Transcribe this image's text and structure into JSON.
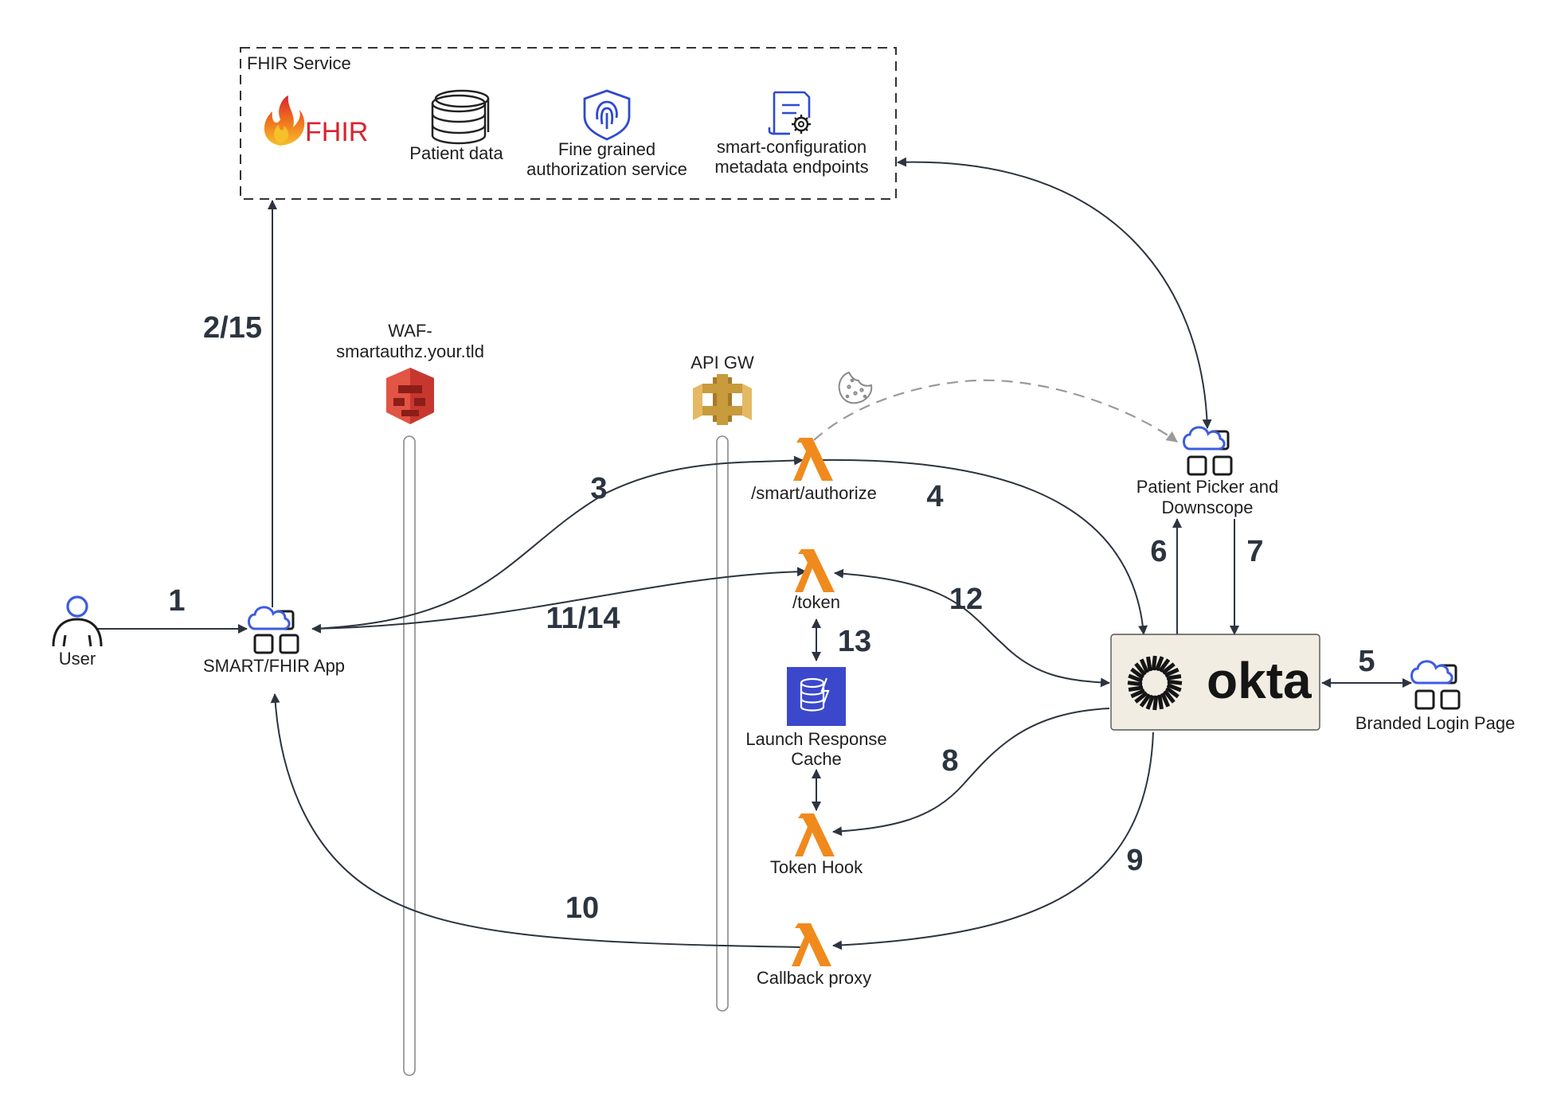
{
  "fhir_service": {
    "title": "FHIR Service",
    "fhir_logo_text": "FHIR",
    "patient_data": "Patient data",
    "fine_grained_line1": "Fine grained",
    "fine_grained_line2": "authorization service",
    "smart_config_line1": "smart-configuration",
    "smart_config_line2": "metadata endpoints"
  },
  "components": {
    "user": "User",
    "smart_app": "SMART/FHIR App",
    "waf_line1": "WAF-",
    "waf_line2": "smartauthz.your.tld",
    "api_gw": "API GW",
    "authorize": "/smart/authorize",
    "token": "/token",
    "cache_line1": "Launch Response",
    "cache_line2": "Cache",
    "token_hook": "Token Hook",
    "callback_proxy": "Callback proxy",
    "patient_picker_line1": "Patient Picker and",
    "patient_picker_line2": "Downscope",
    "okta": "okta",
    "branded_login": "Branded Login Page"
  },
  "steps": {
    "s1": "1",
    "s2_15": "2/15",
    "s3": "3",
    "s4": "4",
    "s5": "5",
    "s6": "6",
    "s7": "7",
    "s8": "8",
    "s9": "9",
    "s10": "10",
    "s11_14": "11/14",
    "s12": "12",
    "s13": "13"
  },
  "icons": {
    "user": "user-icon",
    "app": "cloud-app-icon",
    "fhir": "fhir-flame-icon",
    "database": "database-icon",
    "fingerprint": "fingerprint-shield-icon",
    "config": "document-gear-icon",
    "waf": "aws-waf-icon",
    "api_gw": "aws-api-gateway-icon",
    "lambda": "aws-lambda-icon",
    "dynamodb": "dynamodb-icon",
    "cookie": "cookie-icon",
    "okta_logo": "okta-sunburst-icon"
  },
  "colors": {
    "connector": "#2c3440",
    "dashed_connector": "#9a9a9a",
    "lambda": "#f08a1d",
    "cloud_icon": "#3d5ce0",
    "okta_box": "#f1ede3",
    "fhir_red": "#d8242f",
    "dynamodb": "#3b48cc",
    "waf_red": "#c7372f",
    "api_gw_gold": "#c89b3c"
  }
}
